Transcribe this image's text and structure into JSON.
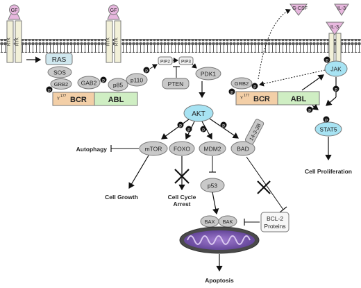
{
  "labels": {
    "gf_left": "GF",
    "gf_mid": "GF",
    "rtk": "RTK",
    "ras": "RAS",
    "sos": "SOS",
    "grb2_left": "GRB2",
    "gab2": "GAB2",
    "p85": "p85",
    "p110": "p110",
    "pip2": "PIP2",
    "pip3": "PIP3",
    "pdk1": "PDK1",
    "pten": "PTEN",
    "bcr_prefix_left": "Y",
    "bcr_sup_left": "177",
    "bcr_left": "BCR",
    "abl_left": "ABL",
    "akt": "AKT",
    "mtor": "mTOR",
    "foxo": "FOXO",
    "mdm2": "MDM2",
    "bad": "BAD",
    "p1433": "14-3-3B",
    "p53": "p53",
    "bax": "BAX",
    "bak": "BAK",
    "bcl2_line1": "BCL-2",
    "bcl2_line2": "Proteins",
    "autophagy": "Autophagy",
    "cell_growth": "Cell Growth",
    "cell_cycle_1": "Cell Cycle",
    "cell_cycle_2": "Arrest",
    "apoptosis": "Apoptosis",
    "gcsf": "G-CSF",
    "il3_free": "IL-3",
    "il3_bound": "IL-3",
    "grb2_right": "GRB2",
    "bcr_prefix_right": "Y",
    "bcr_sup_right": "177",
    "bcr_right": "BCR",
    "abl_right": "ABL",
    "jak": "JAK",
    "stat5": "STAT5",
    "cell_proliferation": "Cell Proliferation",
    "p": "p"
  },
  "colors": {
    "gray_node": "#c9c9c9",
    "ras_fill": "#cfe7ee",
    "bcr_fill": "#f3cfa7",
    "abl_fill": "#cfeec3",
    "akt_fill": "#a7e3f3",
    "jak_fill": "#a7e3f3",
    "stat5_fill": "#a7e3f3",
    "receptor_fill": "#f2f0d8",
    "ligand_fill": "#e7b7de",
    "membrane": "#555555"
  }
}
